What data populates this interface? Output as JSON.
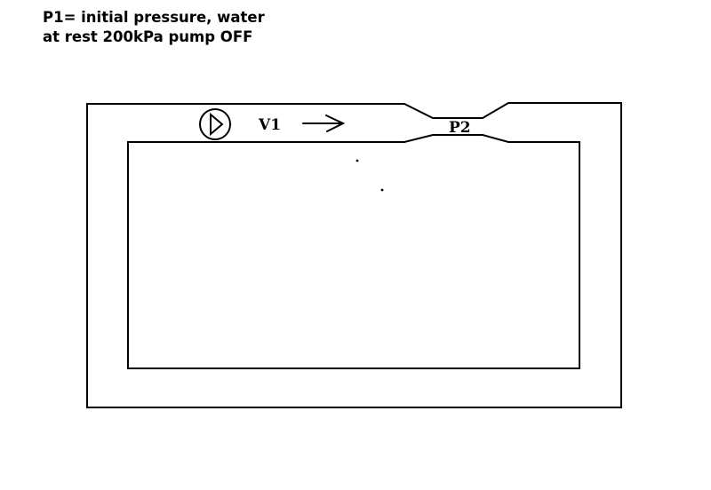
{
  "note": {
    "line1": "P1= initial pressure, water",
    "line2": "at rest 200kPa pump OFF"
  },
  "labels": {
    "velocity": "V1",
    "pressure2": "P2"
  },
  "icons": {
    "pump": "pump-icon",
    "flow": "flow-arrow-icon"
  },
  "colors": {
    "stroke": "#000000",
    "background": "#ffffff"
  }
}
